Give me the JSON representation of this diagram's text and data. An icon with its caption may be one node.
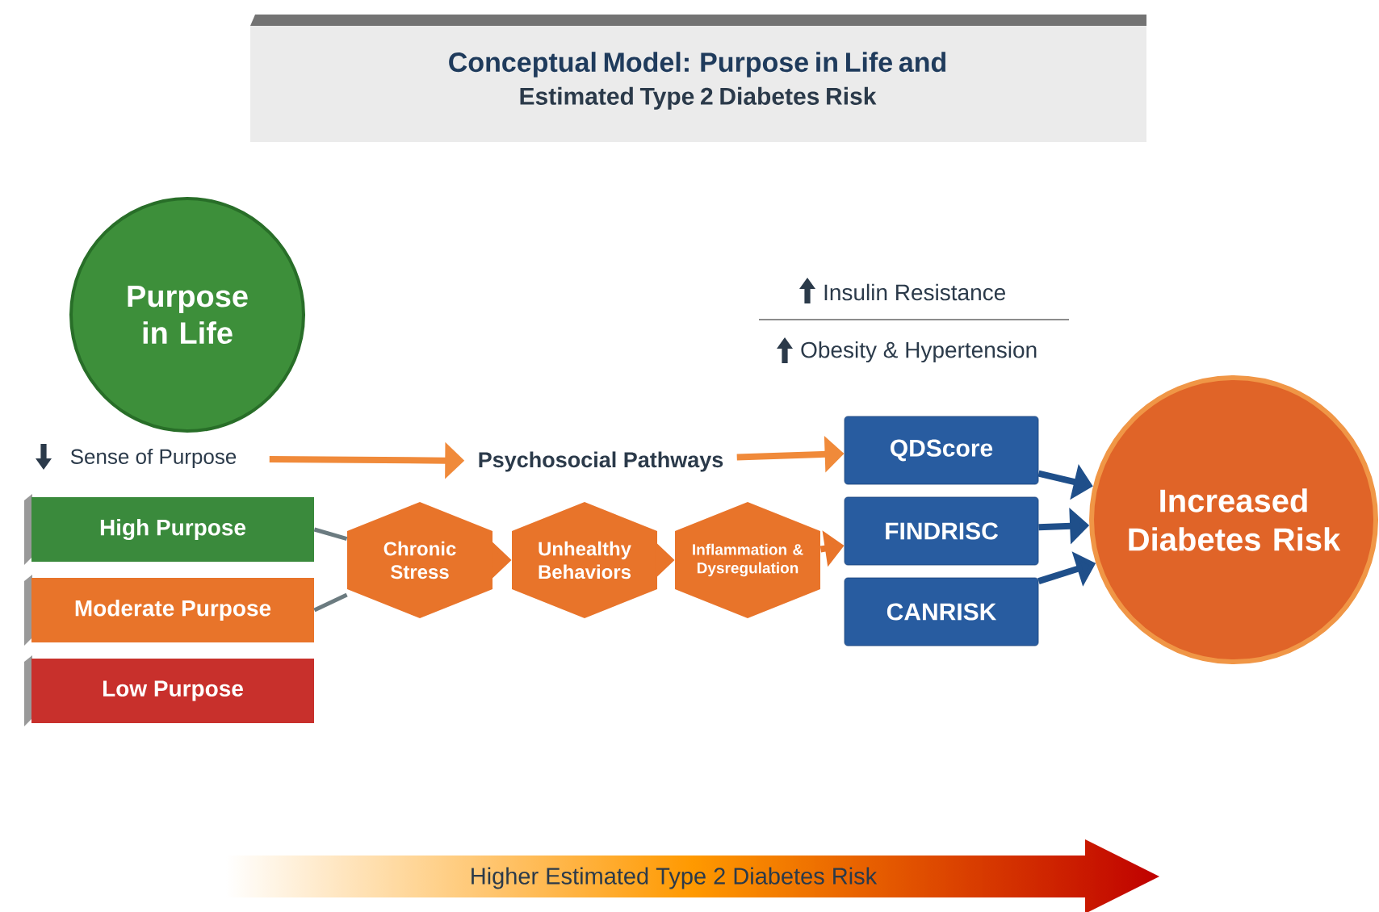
{
  "diagram": {
    "nodes": [
      {
        "text": [
          "Conceptual Model: Purpose in Life and",
          "Estimated Type 2 Diabetes Risk"
        ]
      },
      {
        "text": [
          "Purpose in Life"
        ]
      },
      {
        "text": [
          "Sense of Purpose"
        ]
      },
      {
        "text": [
          "Psychosocial Pathways"
        ]
      },
      {
        "text": [
          "High Purpose"
        ]
      },
      {
        "text": [
          "Moderate Purpose"
        ]
      },
      {
        "text": [
          "Low Purpose"
        ]
      },
      {
        "text": [
          "Chronic Stress"
        ]
      },
      {
        "text": [
          "Unhealthy Behaviors"
        ]
      },
      {
        "text": [
          "Inflammation & Dysregulation"
        ]
      },
      {
        "text": [
          "QDScore"
        ]
      },
      {
        "text": [
          "FINDRISC"
        ]
      },
      {
        "text": [
          "CANRISK"
        ]
      },
      {
        "text": [
          "Increased Diabetes Risk"
        ]
      }
    ],
    "edges": [
      {
        "from": 2,
        "to": 3,
        "arrow": "to",
        "color": "#f08a3a"
      },
      {
        "from": 3,
        "to": 10,
        "arrow": "to",
        "color": "#f08a3a"
      },
      {
        "from": 4,
        "to": 7,
        "arrow": "none",
        "color": "#6b7b80"
      },
      {
        "from": 5,
        "to": 7,
        "arrow": "none",
        "color": "#6b7b80"
      },
      {
        "from": 7,
        "to": 8,
        "arrow": "to",
        "color": "#e8742a"
      },
      {
        "from": 8,
        "to": 9,
        "arrow": "to",
        "color": "#e8742a"
      },
      {
        "from": 9,
        "to": 11,
        "arrow": "to",
        "color": "#e8742a"
      },
      {
        "from": 10,
        "to": 13,
        "arrow": "to",
        "color": "#1f4f8a"
      },
      {
        "from": 11,
        "to": 13,
        "arrow": "to",
        "color": "#1f4f8a"
      },
      {
        "from": 12,
        "to": 13,
        "arrow": "to",
        "color": "#1f4f8a"
      }
    ],
    "labels": [
      "Insulin Resistance",
      "Obesity & Hypertension",
      "Higher Estimated Type 2 Diabetes Risk"
    ]
  }
}
